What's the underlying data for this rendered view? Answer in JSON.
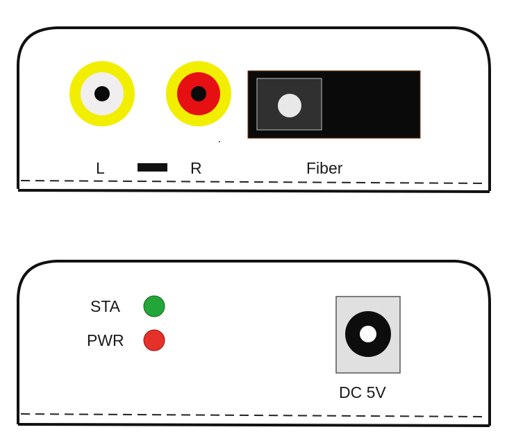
{
  "top_panel": {
    "left_label": "L",
    "right_label": "R",
    "fiber_label": "Fiber",
    "left_connector_color": "#f2ee00",
    "right_connector_color": "#f2ee00",
    "left_connector_center": "#f0eeee",
    "right_connector_center": "#e60f12",
    "fiber_port_color": "#0a0a0a",
    "fiber_port_inner": "#303030"
  },
  "bottom_panel": {
    "sta_label": "STA",
    "pwr_label": "PWR",
    "dc_label": "DC 5V",
    "sta_led_color": "#22a63a",
    "pwr_led_color": "#e6302a",
    "dc_jack_plate": "#e0e0e0"
  }
}
